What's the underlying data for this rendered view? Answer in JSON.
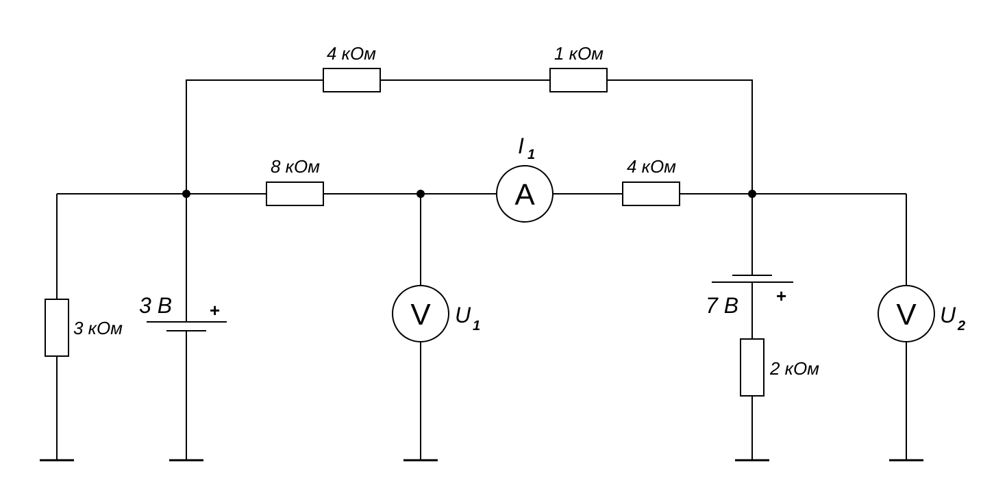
{
  "resistors": {
    "top_left": "4 кОм",
    "top_right": "1 кОм",
    "mid_left": "8 кОм",
    "mid_right": "4 кОм",
    "left_shunt": "3 кОм",
    "right_branch": "2 кОм"
  },
  "sources": {
    "left": {
      "label": "3 В",
      "polarity": "+"
    },
    "right": {
      "label": "7 В",
      "polarity": "+"
    }
  },
  "meters": {
    "ammeter": {
      "letter": "A",
      "name": "I",
      "subscript": "1"
    },
    "voltmeter_1": {
      "letter": "V",
      "name": "U",
      "subscript": "1"
    },
    "voltmeter_2": {
      "letter": "V",
      "name": "U",
      "subscript": "2"
    }
  }
}
